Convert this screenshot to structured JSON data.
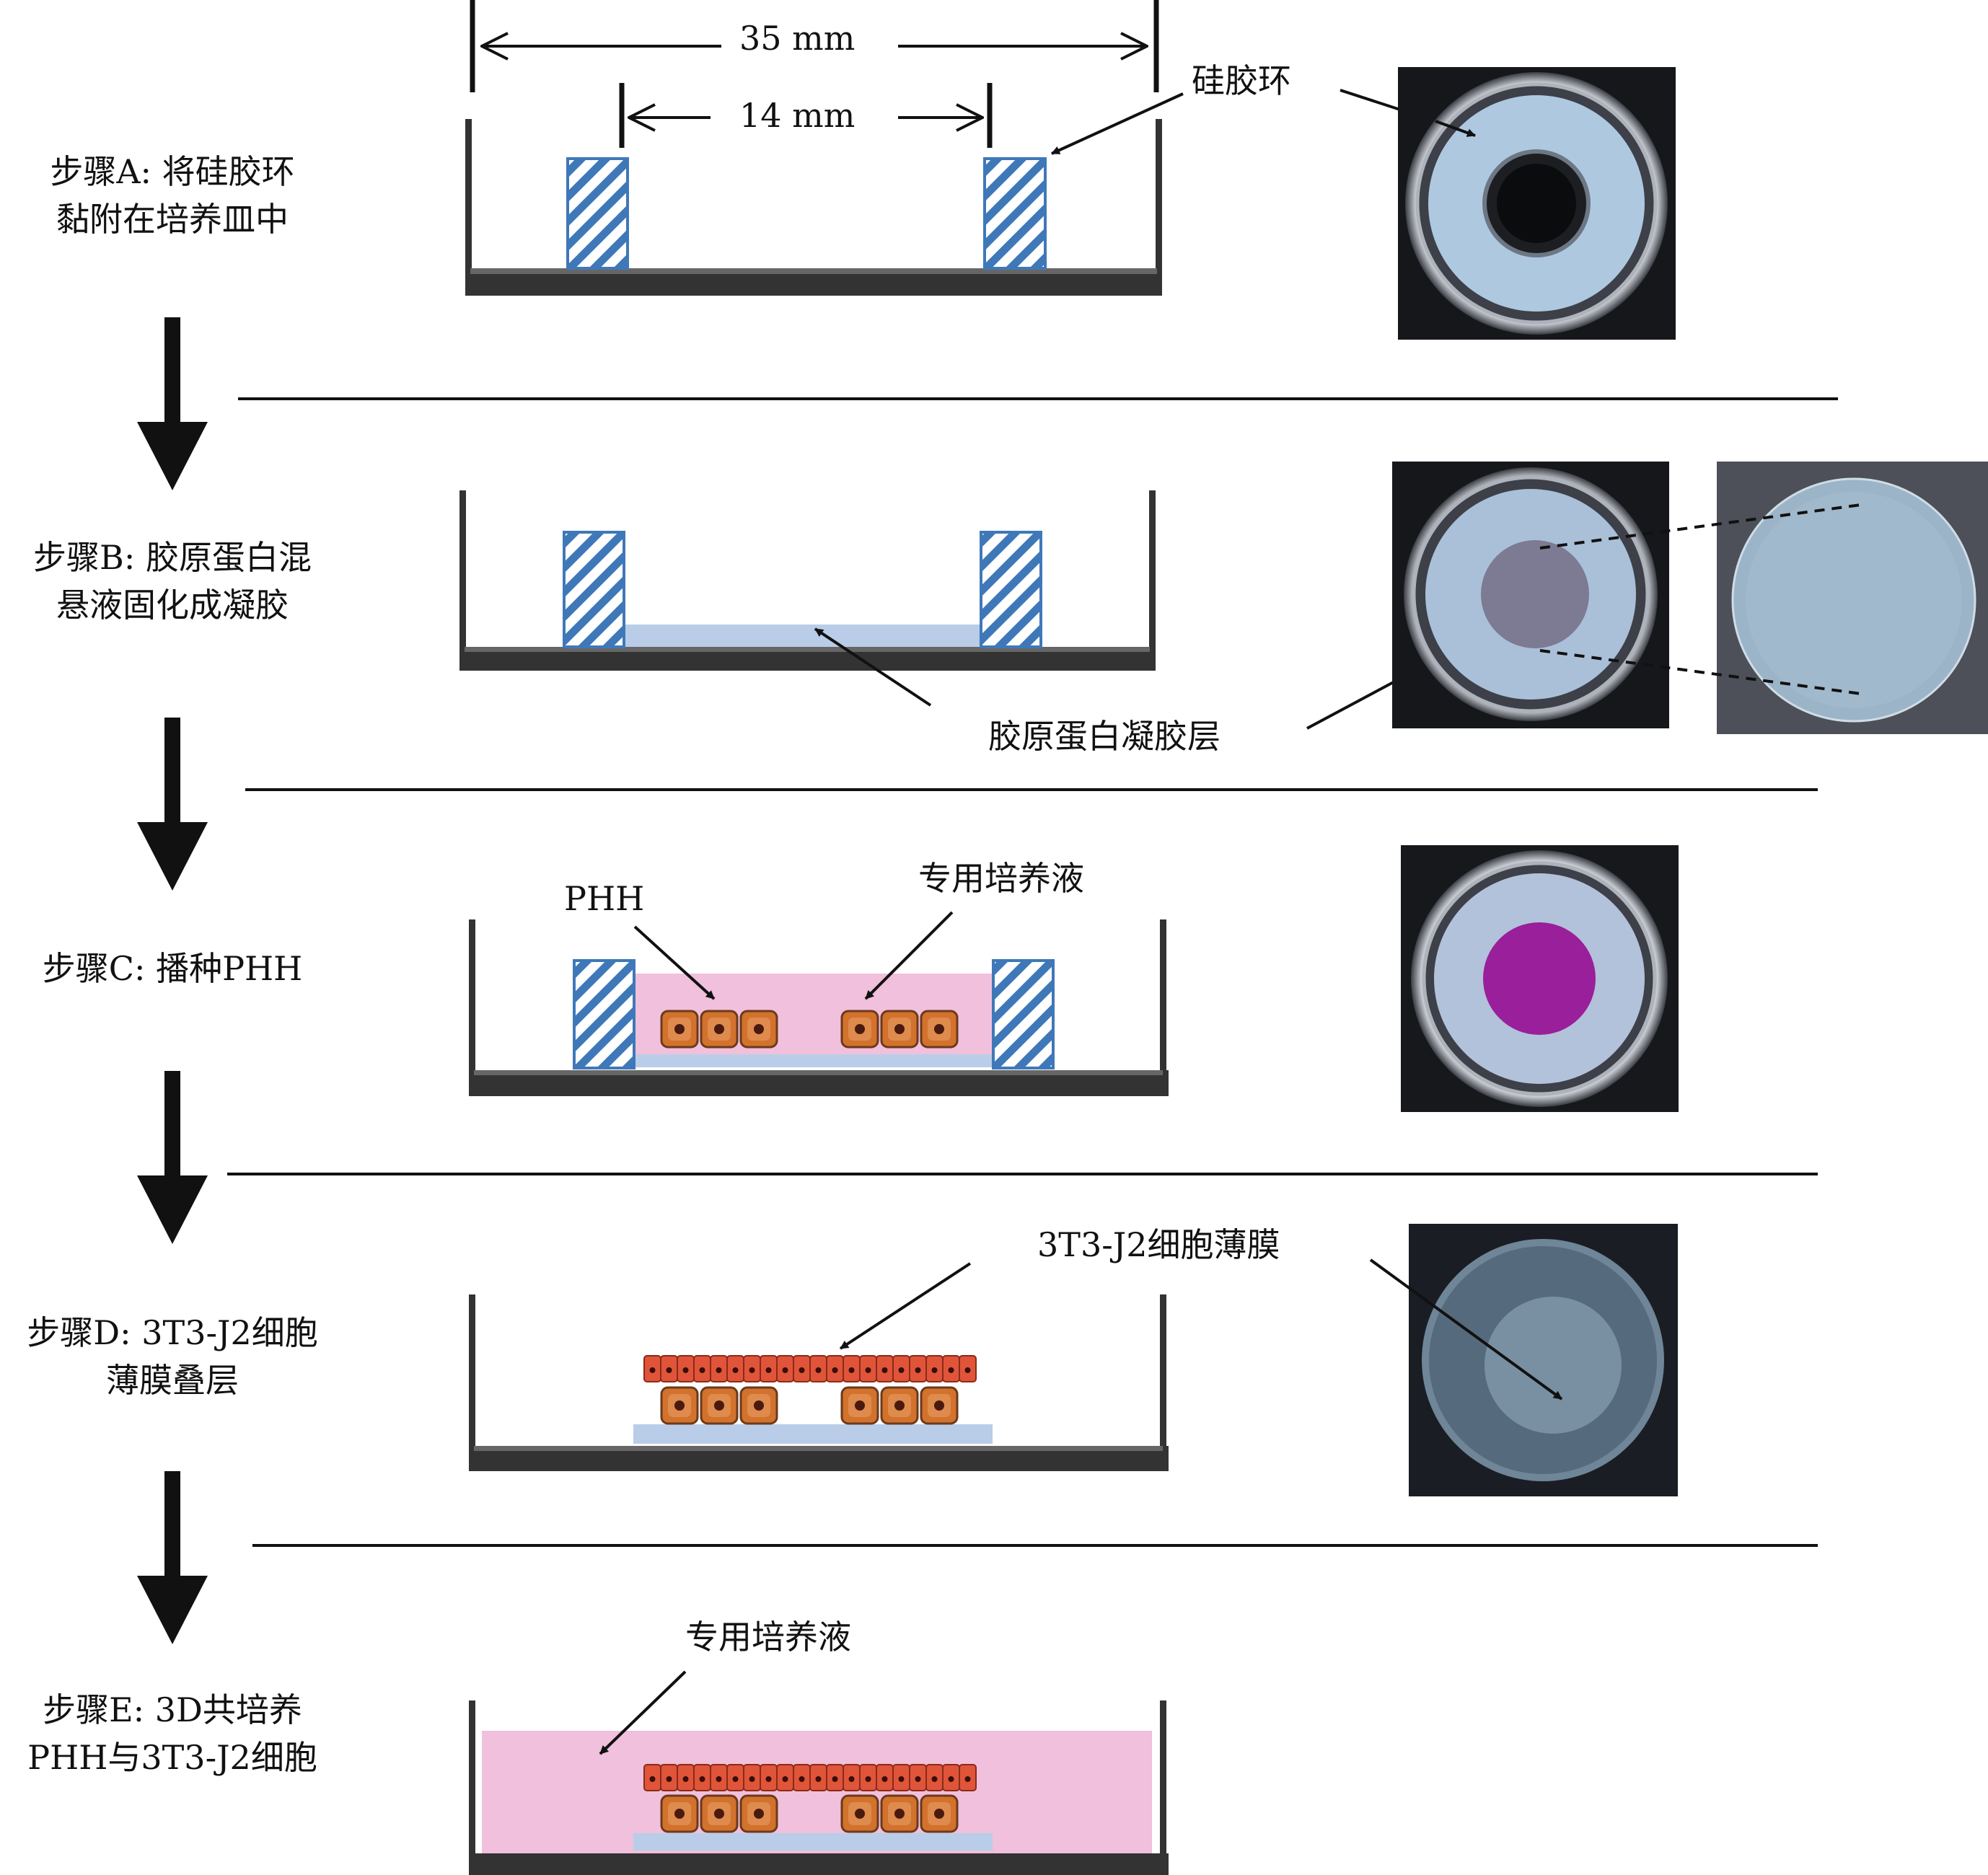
{
  "steps": [
    {
      "line1": "步骤A: 将硅胶环",
      "line2": "黏附在培养皿中"
    },
    {
      "line1": "步骤B: 胶原蛋白混",
      "line2": "悬液固化成凝胶"
    },
    {
      "line1": "步骤C: 播种PHH",
      "line2": ""
    },
    {
      "line1": "步骤D: 3T3-J2细胞",
      "line2": "薄膜叠层"
    },
    {
      "line1": "步骤E: 3D共培养",
      "line2": "PHH与3T3-J2细胞"
    }
  ],
  "dimensions": {
    "outer": "35 mm",
    "inner": "14 mm"
  },
  "labels": {
    "silicone_ring": "硅胶环",
    "collagen_gel_layer": "胶原蛋白凝胶层",
    "phh": "PHH",
    "medium_c": "专用培养液",
    "film_3t3": "3T3-J2细胞薄膜",
    "medium_e": "专用培养液"
  },
  "colors": {
    "ring_hatch": "#3f78b8",
    "gel": "#b9cde8",
    "medium": "#f0c0dc",
    "phh_cell": "#d2722c",
    "j2_cell": "#e0553a",
    "dish": "#333333",
    "photo_bg": "#181a1e",
    "photo_c_center": "#9a1f9a"
  }
}
